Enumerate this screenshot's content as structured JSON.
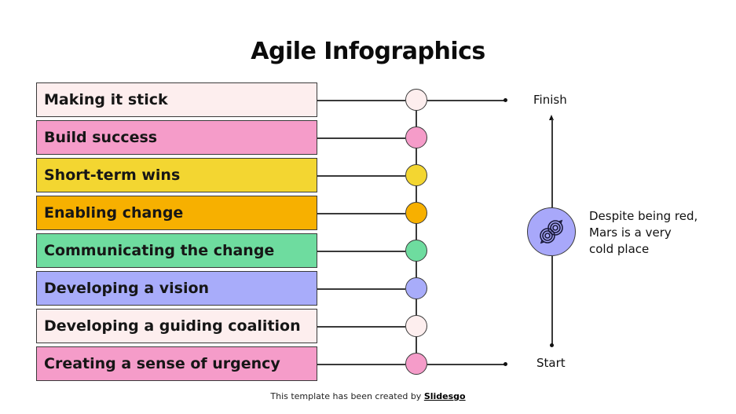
{
  "title": "Agile Infographics",
  "steps": [
    {
      "label": "Making it stick",
      "color": "#fdeeee"
    },
    {
      "label": "Build success",
      "color": "#f59cc9"
    },
    {
      "label": "Short-term wins",
      "color": "#f3d631"
    },
    {
      "label": "Enabling change",
      "color": "#f7b000"
    },
    {
      "label": "Communicating the change",
      "color": "#6edc9f"
    },
    {
      "label": "Developing a vision",
      "color": "#a8acfa"
    },
    {
      "label": "Developing  a guiding coalition",
      "color": "#fdeeee"
    },
    {
      "label": "Creating a sense of  urgency",
      "color": "#f59cc9"
    }
  ],
  "timeline": {
    "finish_label": "Finish",
    "start_label": "Start",
    "center_icon": "gears-cycle-icon",
    "description": "Despite being red, Mars is a very cold place"
  },
  "footer": {
    "prefix": "This template has been created by ",
    "brand": "Slidesgo"
  }
}
